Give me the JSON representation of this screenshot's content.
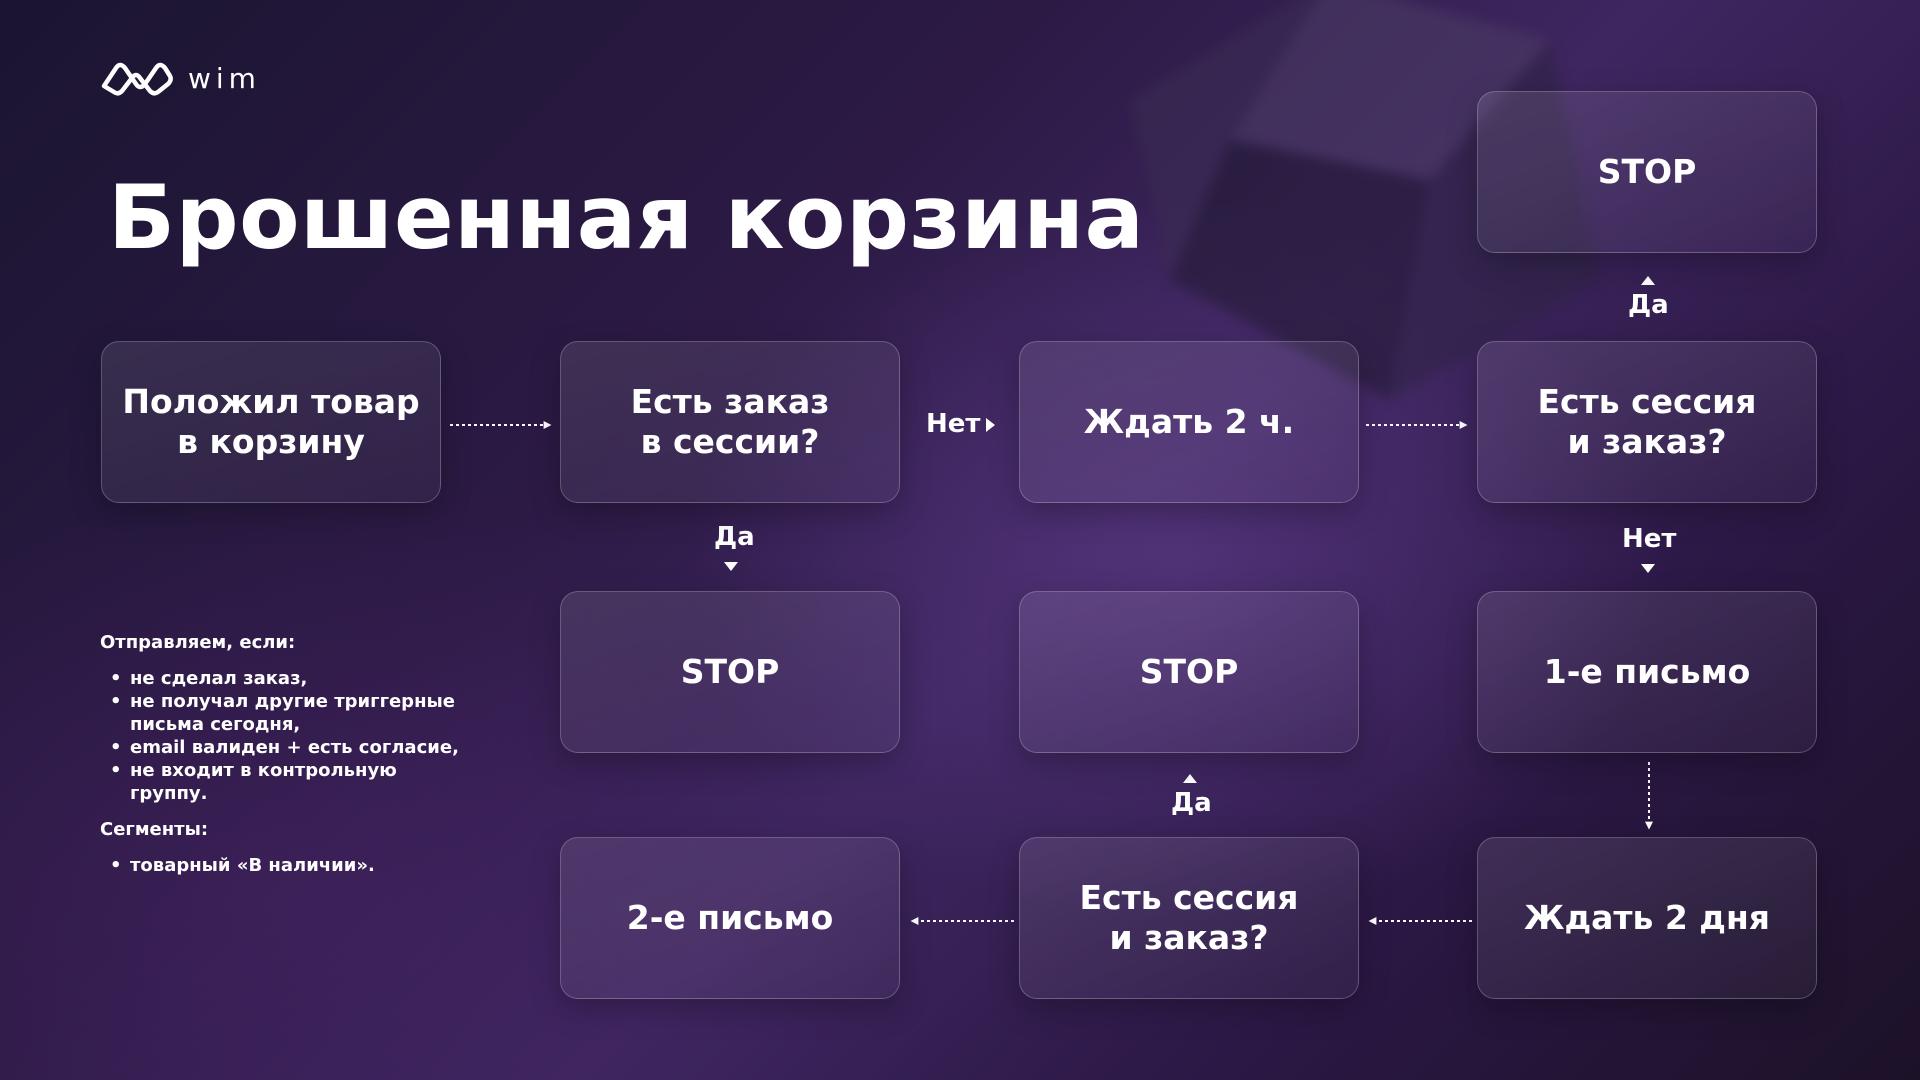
{
  "brand": {
    "logo_text": "wim"
  },
  "title": "Брошенная корзина",
  "nodes": {
    "put_in_cart": "Положил товар\nв корзину",
    "order_in_session": "Есть заказ\nв сессии?",
    "wait_2h": "Ждать 2 ч.",
    "session_and_order_1": "Есть сессия\nи заказ?",
    "stop_top": "STOP",
    "stop_1": "STOP",
    "stop_2": "STOP",
    "email_1": "1-е письмо",
    "wait_2d": "Ждать 2 дня",
    "session_and_order_2": "Есть сессия\nи заказ?",
    "email_2": "2-е письмо"
  },
  "edge_labels": {
    "no_1": "Нет",
    "yes_1": "Да",
    "yes_top": "Да",
    "no_2": "Нет",
    "yes_2": "Да"
  },
  "info": {
    "send_if_heading": "Отправляем, если:",
    "send_if_items": [
      "не сделал заказ,",
      "не получал другие триггерные письма сегодня,",
      "email валиден + есть согласие,",
      "не входит в контрольную группу."
    ],
    "segments_heading": "Сегменты:",
    "segments_items": [
      "товарный «В наличии»."
    ]
  }
}
